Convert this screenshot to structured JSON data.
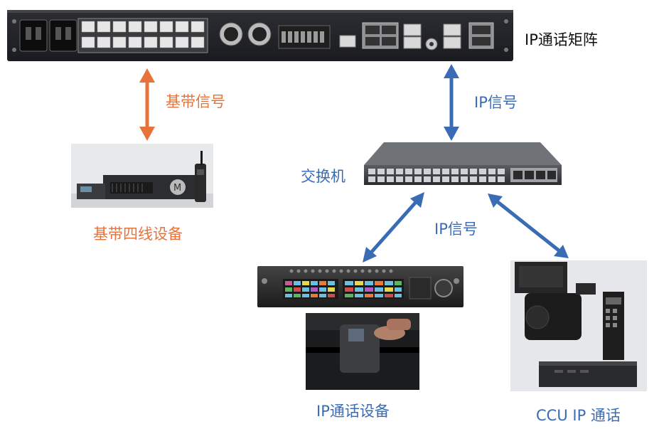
{
  "labels": {
    "matrix": "IP通话矩阵",
    "baseband_signal": "基带信号",
    "ip_signal_top": "IP信号",
    "switch": "交换机",
    "baseband_device": "基带四线设备",
    "ip_signal_bottom": "IP信号",
    "ip_device": "IP通话设备",
    "ccu": "CCU IP 通话"
  },
  "colors": {
    "baseband": "#e8733a",
    "ip": "#3a6cb5"
  }
}
